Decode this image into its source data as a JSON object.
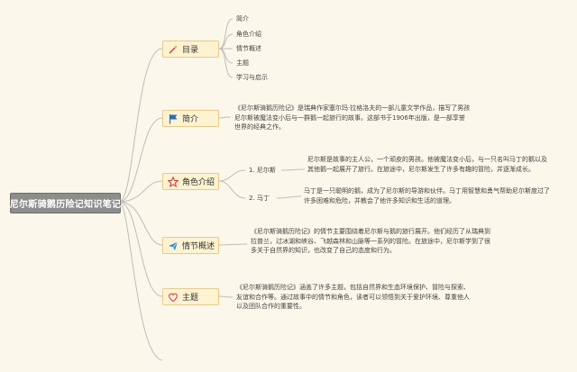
{
  "root": {
    "label": "尼尔斯骑鹅历险记知识笔记"
  },
  "topics": {
    "toc": {
      "label": "目录",
      "icon": "magic-wand-icon",
      "items": [
        "简介",
        "角色介绍",
        "情节概述",
        "主题",
        "学习与启示"
      ]
    },
    "intro": {
      "label": "简介",
      "icon": "flag-icon",
      "text": "《尼尔斯骑鹅历险记》是瑞典作家塞尔玛·拉格洛夫的一部儿童文学作品，描写了男孩尼尔斯被魔法变小后与一群鹅一起旅行的故事。这部书于1906年出版，是一部享誉世界的经典之作。"
    },
    "characters": {
      "label": "角色介绍",
      "icon": "star-icon",
      "items": [
        {
          "name": "1. 尼尔斯",
          "desc": "尼尔斯是故事的主人公，一个顽皮的男孩。他被魔法变小后，与一只名叫马丁的鹅以及其他鹅一起展开了旅行。在旅途中，尼尔斯发生了许多有趣的冒险，并逐渐成长。"
        },
        {
          "name": "2. 马丁",
          "desc": "马丁是一只聪明的鹅，成为了尼尔斯的导游和伙伴。马丁用智慧和勇气帮助尼尔斯度过了许多困难和危险，并教会了他许多知识和生活的道理。"
        }
      ]
    },
    "plot": {
      "label": "情节概述",
      "icon": "paper-plane-icon",
      "text": "《尼尔斯骑鹅历险记》的情节主要围绕着尼尔斯与鹅的旅行展开。他们经历了从瑞典到拉普兰，过冰湖和峡谷、飞越森林和山脉等一系列的冒险。在旅途中，尼尔斯学到了很多关于自然界的知识，也改变了自己的态度和行为。"
    },
    "theme": {
      "label": "主题",
      "icon": "heart-icon",
      "text": "《尼尔斯骑鹅历险记》涵盖了许多主题，包括自然界和生态环境保护、冒险与探索、友谊和合作等。通过故事中的情节和角色，读者可以领悟到关于爱护环境、尊重他人以及团队合作的重要性。"
    }
  },
  "colors": {
    "background": "#fbf7ea",
    "topic_fill": "#fdf3d1",
    "topic_border": "#e8c98b",
    "root_fill": "#8d8d8d",
    "line": "#bdbdbd"
  }
}
